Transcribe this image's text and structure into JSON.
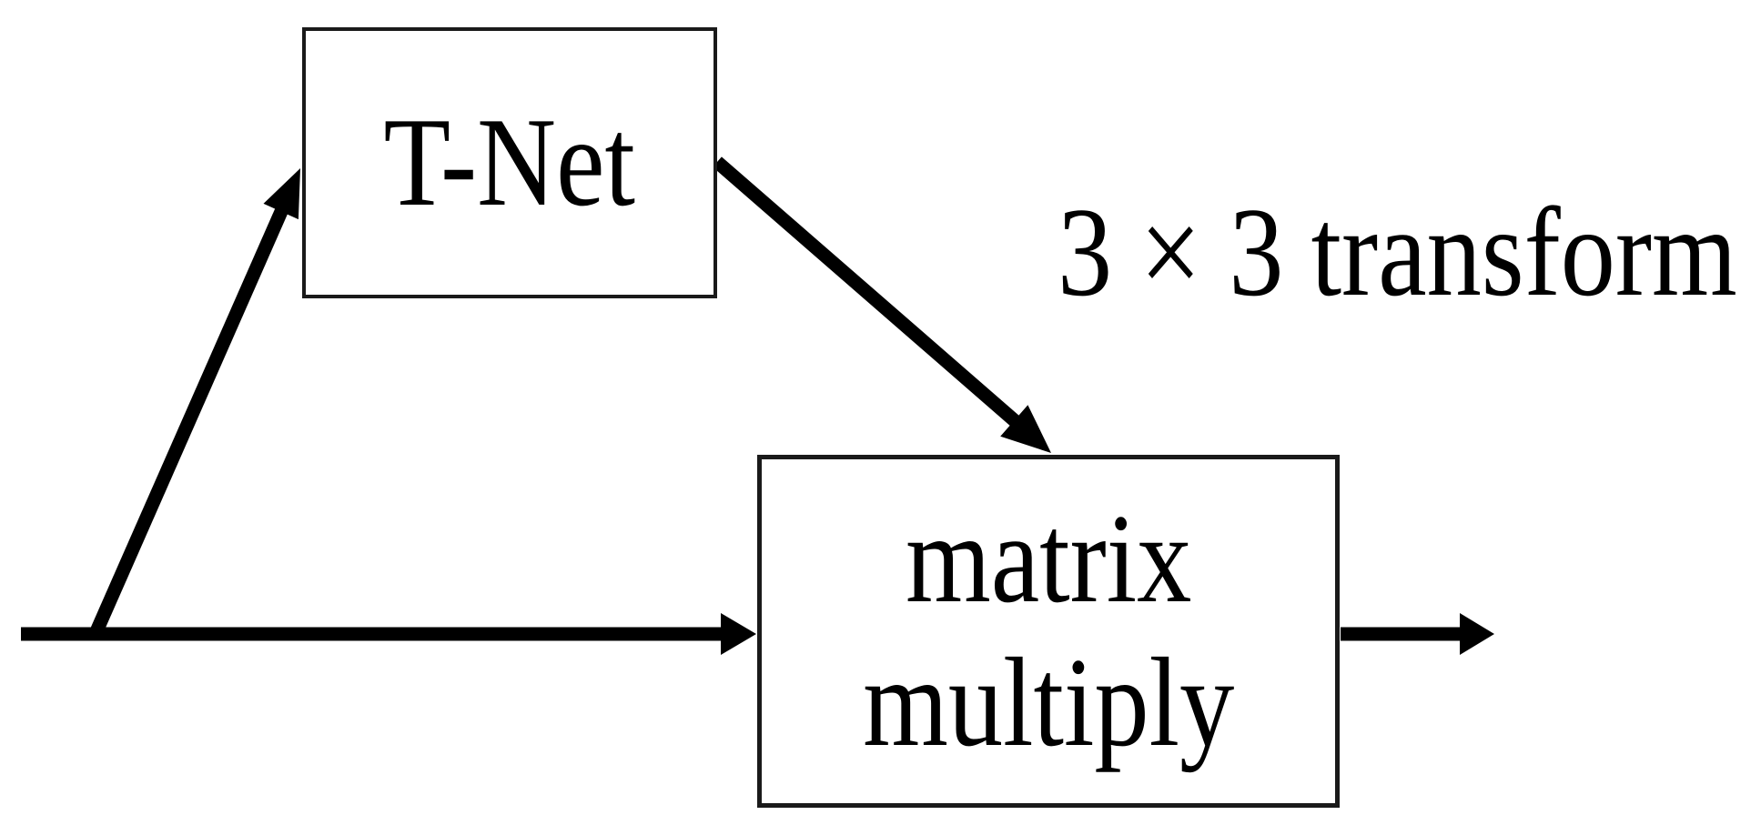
{
  "diagram": {
    "nodes": {
      "tnet": {
        "label": "T-Net"
      },
      "matmul": {
        "lines": [
          "matrix",
          "multiply"
        ]
      }
    },
    "annotation": {
      "transform_label": "3 × 3 transform"
    },
    "colors": {
      "stroke": "#000000",
      "border": "#1a1a1a",
      "text": "#000000",
      "background": "#ffffff"
    }
  }
}
